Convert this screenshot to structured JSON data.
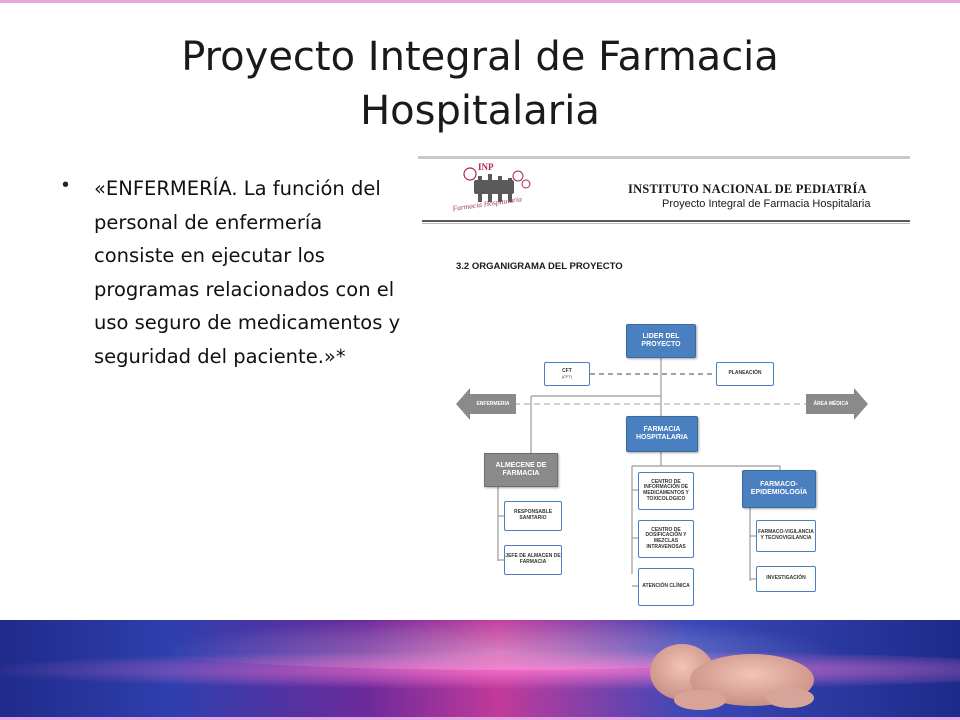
{
  "slide": {
    "title_line1": "Proyecto Integral de Farmacia",
    "title_line2": "Hospitalaria",
    "bullet": "«ENFERMERÍA. La función del personal de enfermería consiste en ejecutar los programas relacionados con el uso seguro de medicamentos y seguridad del paciente.»*"
  },
  "figure": {
    "logo": {
      "label": "INP",
      "script": "Farmacia Hospitalaria"
    },
    "institution": "INSTITUTO NACIONAL DE PEDIATRÍA",
    "subtitle": "Proyecto Integral de Farmacia Hospitalaria",
    "section": "3.2 ORGANIGRAMA DEL PROYECTO",
    "org": {
      "lider": "LIDER DEL PROYECTO",
      "cft": "CFT",
      "cft_sub": "(CFT)",
      "planeacion": "PLANEACIÓN",
      "enfermeria": "ENFERMERIA",
      "area_medica": "ÁREA MÉDICA",
      "farmacia": "FARMACIA HOSPITALARIA",
      "almacen": "ALMECENE DE FARMACIA",
      "responsable": "RESPONSABLE SANITARIO",
      "jefe_almacen": "JEFE DE ALMACEN DE FARMACIA",
      "centro_info": "CENTRO DE INFORMACIÓN DE MEDICAMENTOS Y TOXICOLOGICO",
      "centro_dosif": "CENTRO DE DOSIFICACIÓN Y MEZCLAS INTRAVENOSAS",
      "atencion": "ATENCIÓN CLÍNICA",
      "farmaco_epi": "FARMACO-EPIDEMIOLOGÍA",
      "farmacovig": "FARMACO-VIGILANCIA Y TECNOVIGILANCIA",
      "investigacion": "INVESTIGACIÓN"
    },
    "colors": {
      "box_blue": "#4a7fc0",
      "box_gray": "#8a8a8a",
      "line": "#9a9a9a"
    }
  },
  "theme": {
    "accent_rule": "#e6a8e3",
    "band_primary": "#2f3fae",
    "band_secondary": "#c23a9a"
  }
}
